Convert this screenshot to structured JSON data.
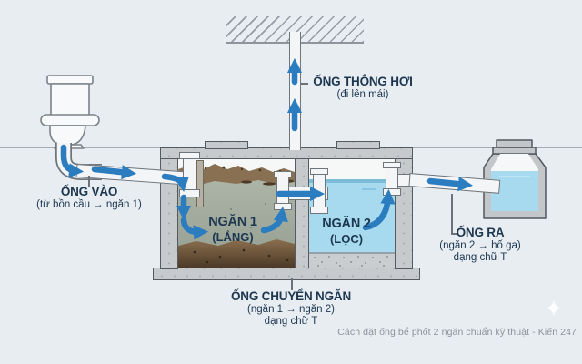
{
  "diagram_title": "Cách đặt ống bể phốt 2 ngăn chuẩn kỹ thuật",
  "labels": {
    "vent": {
      "title": "ỐNG THÔNG HƠI",
      "subtitle": "(đi lên mái)"
    },
    "inlet": {
      "title": "ỐNG VÀO",
      "subtitle": "(từ bồn cầu → ngăn 1)"
    },
    "chamber1": {
      "title": "NGĂN 1",
      "subtitle": "(LẮNG)"
    },
    "chamber2": {
      "title": "NGĂN 2",
      "subtitle": "(LỌC)"
    },
    "transfer": {
      "title": "ỐNG CHUYỂN NGĂN",
      "subtitle": "(ngăn 1 → ngăn 2)",
      "note": "dạng chữ T"
    },
    "outlet": {
      "title": "ỐNG RA",
      "subtitle": "(ngăn 2 → hố ga)",
      "note": "dạng chữ T"
    }
  },
  "caption": "Cách đặt ống bể phốt 2 ngăn chuẩn kỹ thuật - Kiến 247",
  "icons": {
    "sparkle": "✦"
  },
  "colors": {
    "background": "#e8edf2",
    "arrow_blue": "#2b7dc0",
    "label_navy": "#1d3750",
    "concrete_gray": "#c6cacd",
    "pipe_white": "#f3f5f6",
    "clean_water_blue": "#a7daee",
    "murky_water": "#a3ad9e",
    "scum_brown": "#8a7052",
    "sludge_brown": "#5d4831",
    "caption_gray": "#8b929b"
  }
}
